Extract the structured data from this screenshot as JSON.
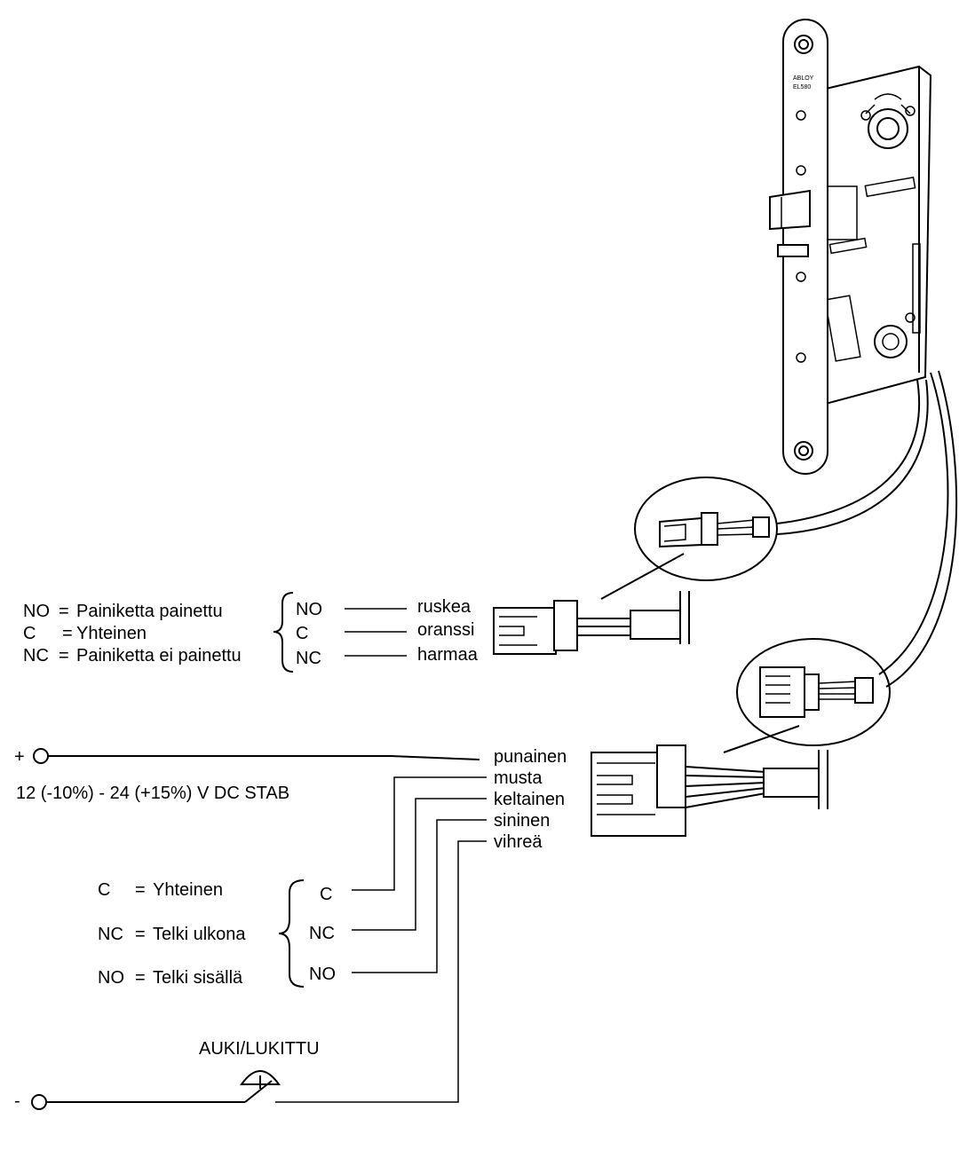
{
  "lock": {
    "brand": "ABLOY",
    "model": "EL580"
  },
  "connector_small": {
    "legend": [
      {
        "code": "NO",
        "eq": "=",
        "meaning": "Painiketta painettu"
      },
      {
        "code": "C",
        "eq": "=",
        "meaning": "Yhteinen"
      },
      {
        "code": "NC",
        "eq": "=",
        "meaning": "Painiketta ei painettu"
      }
    ],
    "terminals": [
      "NO",
      "C",
      "NC"
    ],
    "wires": [
      "ruskea",
      "oranssi",
      "harmaa"
    ]
  },
  "power": {
    "plus": "+",
    "minus": "-",
    "spec": "12 (-10%) - 24 (+15%) V DC  STAB"
  },
  "connector_large": {
    "wires": [
      "punainen",
      "musta",
      "keltainen",
      "sininen",
      "vihreä"
    ]
  },
  "bolt_contact": {
    "legend": [
      {
        "code": "C",
        "eq": "=",
        "meaning": "Yhteinen"
      },
      {
        "code": "NC",
        "eq": "=",
        "meaning": "Telki ulkona"
      },
      {
        "code": "NO",
        "eq": "=",
        "meaning": "Telki sisällä"
      }
    ],
    "terminals": [
      "C",
      "NC",
      "NO"
    ]
  },
  "switch": {
    "label": "AUKI/LUKITTU"
  }
}
